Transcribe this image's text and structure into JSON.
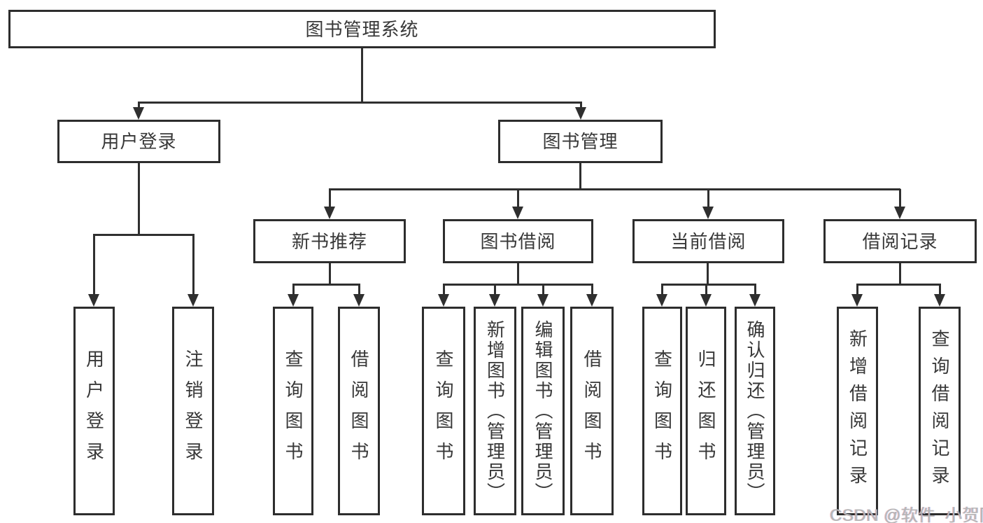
{
  "diagram": {
    "root": {
      "label": "图书管理系统"
    },
    "level2": [
      {
        "label": "用户登录"
      },
      {
        "label": "图书管理"
      }
    ],
    "level3": [
      {
        "label": "新书推荐"
      },
      {
        "label": "图书借阅"
      },
      {
        "label": "当前借阅"
      },
      {
        "label": "借阅记录"
      }
    ],
    "leaves": {
      "user_login": [
        "用户登录",
        "注销登录"
      ],
      "new_book_recommend": [
        "查询图书",
        "借阅图书"
      ],
      "book_borrow": [
        "查询图书",
        "新增图书（管理员）",
        "编辑图书（管理员）",
        "借阅图书"
      ],
      "current_borrow": [
        "查询图书",
        "归还图书",
        "确认归还（管理员）"
      ],
      "borrow_record": [
        "新增借阅记录",
        "查询借阅记录"
      ]
    },
    "watermark": "CSDN @软件_小贺同学",
    "colors": {
      "line": "#2f2f2f",
      "text": "#383838",
      "watermark": "#b6b6b6",
      "background": "#ffffff"
    }
  }
}
